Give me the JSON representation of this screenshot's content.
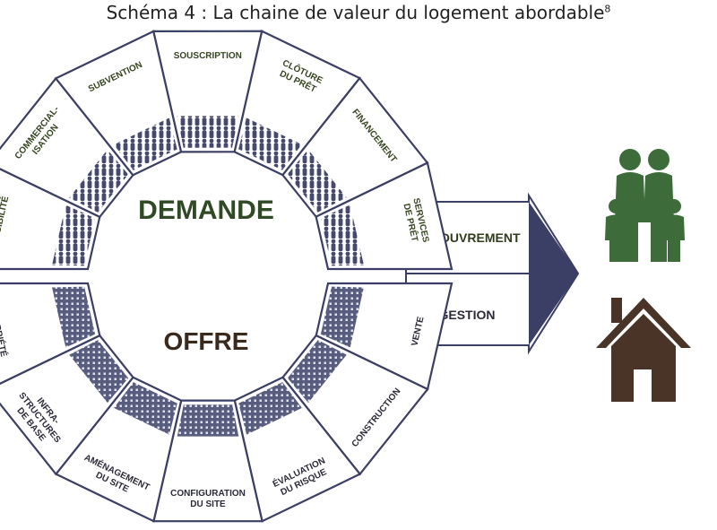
{
  "title": {
    "text": "Schéma 4 : La chaine de valeur du logement abordable",
    "footnote": "8"
  },
  "center": {
    "demand": "DEMANDE",
    "supply": "OFFRE"
  },
  "demand_segments": [
    {
      "lines": [
        "ELIGIBILITÉ"
      ]
    },
    {
      "lines": [
        "COMMERCIAL-",
        "ISATION"
      ]
    },
    {
      "lines": [
        "SUBVENTION"
      ]
    },
    {
      "lines": [
        "SOUSCRIPTION"
      ]
    },
    {
      "lines": [
        "CLÔTURE",
        "DU PRÊT"
      ]
    },
    {
      "lines": [
        "FINANCEMENT"
      ]
    },
    {
      "lines": [
        "SERVICES",
        "DE PRÊT"
      ]
    }
  ],
  "supply_segments": [
    {
      "lines": [
        "PROPRIÉTÉ"
      ]
    },
    {
      "lines": [
        "INFRA-",
        "STRUCTURES",
        "DE BASE"
      ]
    },
    {
      "lines": [
        "AMÉNAGEMENT",
        "DU SITE"
      ]
    },
    {
      "lines": [
        "CONFIGURATION",
        "DU SITE"
      ]
    },
    {
      "lines": [
        "ÉVALUATION",
        "DU RISQUE"
      ]
    },
    {
      "lines": [
        "CONSTRUCTION"
      ]
    },
    {
      "lines": [
        "VENTE"
      ]
    }
  ],
  "arrow": {
    "top": "RECOUVREMENT",
    "bottom": "GESTION"
  },
  "icons": {
    "family": "family-icon",
    "house": "house-icon"
  },
  "colors": {
    "demand": "#2f4a24",
    "supply": "#3a2a1e",
    "outline": "#3b3f66",
    "family": "#3e6b3a",
    "house": "#4a3427"
  }
}
